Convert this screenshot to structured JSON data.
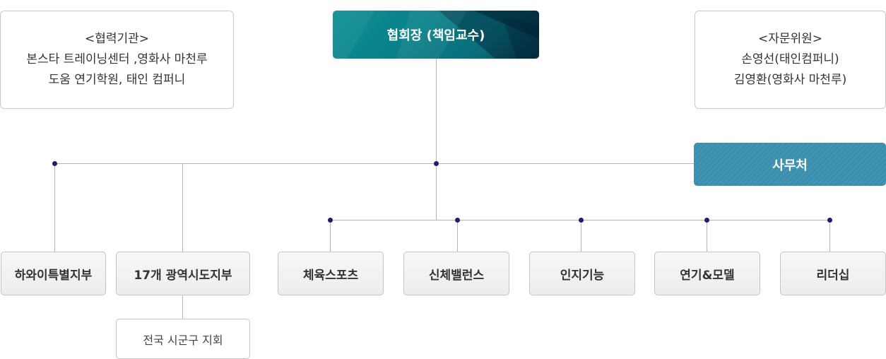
{
  "cooperation": {
    "title": "<협력기관>",
    "line1": "본스타 트레이닝센터 ,영화사 마천루",
    "line2": "도움 연기학원, 태인 컴퍼니"
  },
  "advisory": {
    "title": "<자문위원>",
    "line1": "손영선(태인컴퍼니)",
    "line2": "김영환(영화사 마천루)"
  },
  "president": {
    "label": "협회장 (책임교수)"
  },
  "secretariat": {
    "label": "사무처"
  },
  "branches": {
    "hawaii": "하와이특별지부",
    "provincial": "17개 광역시도지부",
    "local": "전국 시군구 지회"
  },
  "departments": [
    {
      "label": "체육스포츠"
    },
    {
      "label": "신체밸런스"
    },
    {
      "label": "인지기능"
    },
    {
      "label": "연기&모델"
    },
    {
      "label": "리더십"
    }
  ],
  "colors": {
    "president_bg": "#0a7f88",
    "secretariat_bg": "#3a8fae",
    "connector_dot": "#1d1f6b",
    "line": "#b5b5b5"
  }
}
